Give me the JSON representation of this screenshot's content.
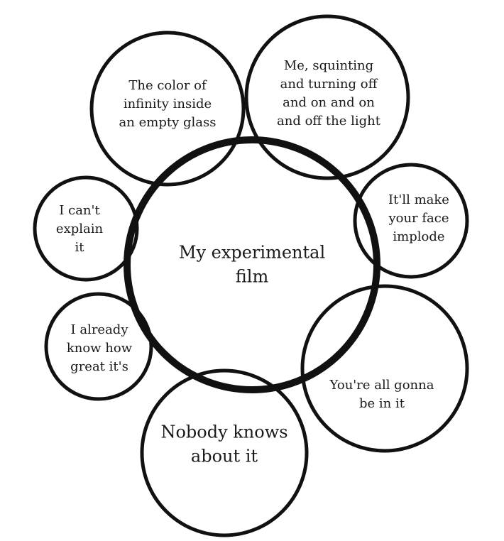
{
  "center": {
    "text_line1": "My experimental",
    "text_line2": "film"
  },
  "bubbles": [
    {
      "lines": [
        "The color of",
        "infinity inside",
        "an empty glass"
      ]
    },
    {
      "lines": [
        "Me, squinting",
        "and turning off",
        "and on and on",
        "and off the light"
      ]
    },
    {
      "lines": [
        "It'll make",
        "your face",
        "implode"
      ]
    },
    {
      "lines": [
        "I can't",
        "explain",
        "it"
      ]
    },
    {
      "lines": [
        "I already",
        "know how",
        "great it's"
      ]
    },
    {
      "lines": [
        "You're all gonna",
        "be in it"
      ]
    },
    {
      "lines": [
        "Nobody knows",
        "about it"
      ]
    }
  ],
  "colors": {
    "stroke": "#111111",
    "background": "#ffffff"
  }
}
